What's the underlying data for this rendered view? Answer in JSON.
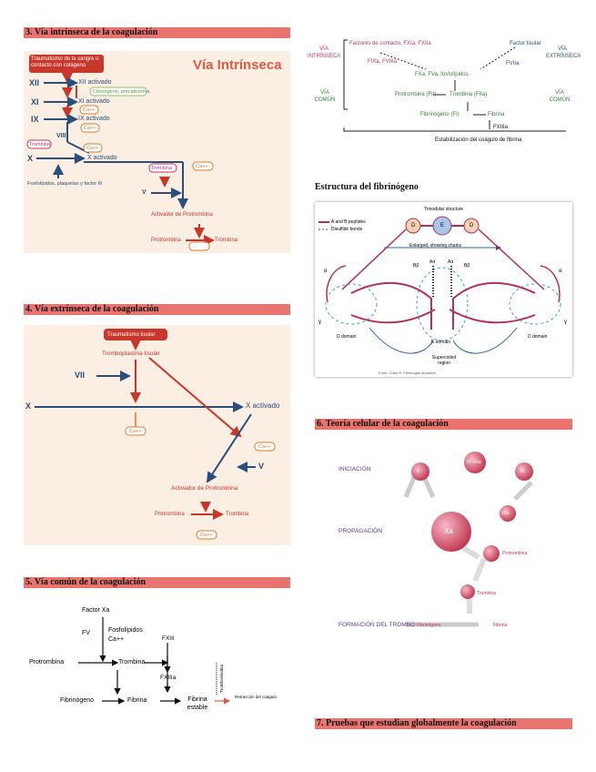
{
  "sections": {
    "s3_title": "3. Vía intrínseca de la coagulación",
    "s4_title": "4. Vía extrínseca de la coagulación",
    "s5_title": "5. Vía común de la coagulación",
    "fib_title": "Estructura del fibrinógeno",
    "s6_title": "6. Teoría celular de la coagulación",
    "s7_title": "7. Pruebas que estudian globalmente la coagulación"
  },
  "intrinsic": {
    "trauma": "Traumatismo de la sangre o contacto con colágeno",
    "big_title": "Vía Intrínseca",
    "xii": "XII",
    "xii_act": "XII activado",
    "hmwk": "Cininógeno, precalicreína",
    "xi": "XI",
    "xi_act": "XI activado",
    "ca1": "Ca++",
    "ix": "IX",
    "ix_act": "IX activado",
    "viii": "VIII",
    "trombina": "Trombina",
    "ca2": "Ca++",
    "x": "X",
    "x_act": "X activado",
    "trombina2": "Trombina",
    "ca3": "Ca++",
    "fosfo": "Fosfolípidos, plaquetas y factor III",
    "v": "V",
    "activador": "Activador de Protrombina",
    "protrombina": "Protrombina",
    "trombina3": "Trombina",
    "ca4": "Ca++"
  },
  "overview": {
    "via_intr": "VÍA INTRÍNSECA",
    "via_extr": "VÍA EXTRÍNSECA",
    "via_comun": "VÍA COMÚN",
    "via_comun_r": "VÍA COMÚN",
    "contact": "Factores de contacto, FXIa, FXIIa",
    "tissue": "Factor tisular",
    "fixa": "FIXa, FVIIIa",
    "fviia": "FVIIa",
    "complex": "FXa, FVa, fosfolípidos",
    "protro": "Protrombina (FII)",
    "trombina": "Trombina (FIIa)",
    "fibrinogeno": "Fibrinógeno (FI)",
    "fibrina": "Fibrina",
    "fxiiia": "FXIIIa",
    "estab": "Estabilización del coágulo de fibrina"
  },
  "fibrinogen": {
    "trinodular": "Trinodular structure",
    "d1": "D",
    "e": "E",
    "d2": "D",
    "legend1": "A and B peptides",
    "legend2": "Disulfide bonds",
    "enlarged": "Enlarged, showing chains",
    "ba": "Bβ",
    "aa1": "Aα",
    "aa2": "Aα",
    "bb": "Bβ",
    "alpha_l": "α",
    "alpha_r": "α",
    "gamma_l": "γ",
    "gamma_r": "γ",
    "ddomain_l": "D domain",
    "edomain": "E domain",
    "ddomain_r": "D domain",
    "supercoiled": "Supercoiled region",
    "credit": "From: Chen R. Fibrinogen structure"
  },
  "extrinsic": {
    "trauma": "Traumatismo tisular",
    "trombo": "Tromboplastina tisular",
    "vii": "VII",
    "x": "X",
    "ca1": "Ca++",
    "x_act": "X activado",
    "ca2": "Ca++",
    "v": "V",
    "activador": "Activador de Protrombina",
    "protrombina": "Protrombina",
    "trombina": "Trombina",
    "ca3": "Ca++"
  },
  "common": {
    "factor_xa": "Factor Xa",
    "fv": "FV",
    "fosfo": "Fosfolípidos",
    "ca": "Ca++",
    "protrombina": "Protrombina",
    "trombina": "Trombina",
    "fxiii": "FXIII",
    "fxiiia": "FXIIIa",
    "fibrinogeno": "Fibrinógeno",
    "fibrina": "Fibrina",
    "fibrina_estable": "Fibrina estable",
    "trombolisis": "Tromboelastina",
    "retraccion": "Retracción del coágulo"
  },
  "cell": {
    "iniciacion": "INICIACIÓN",
    "propagacion": "PROPAGACIÓN",
    "formacion": "FORMACIÓN DEL TROMBO",
    "ii_l": "II",
    "tf_viia": "TF-VIIa",
    "ix": "IX",
    "ixa": "IXa",
    "xa": "Xa",
    "protrombina": "Protrombina",
    "trombina": "Trombina",
    "fibrinogeno": "Fibrinógeno",
    "fibrina": "Fibrina"
  }
}
